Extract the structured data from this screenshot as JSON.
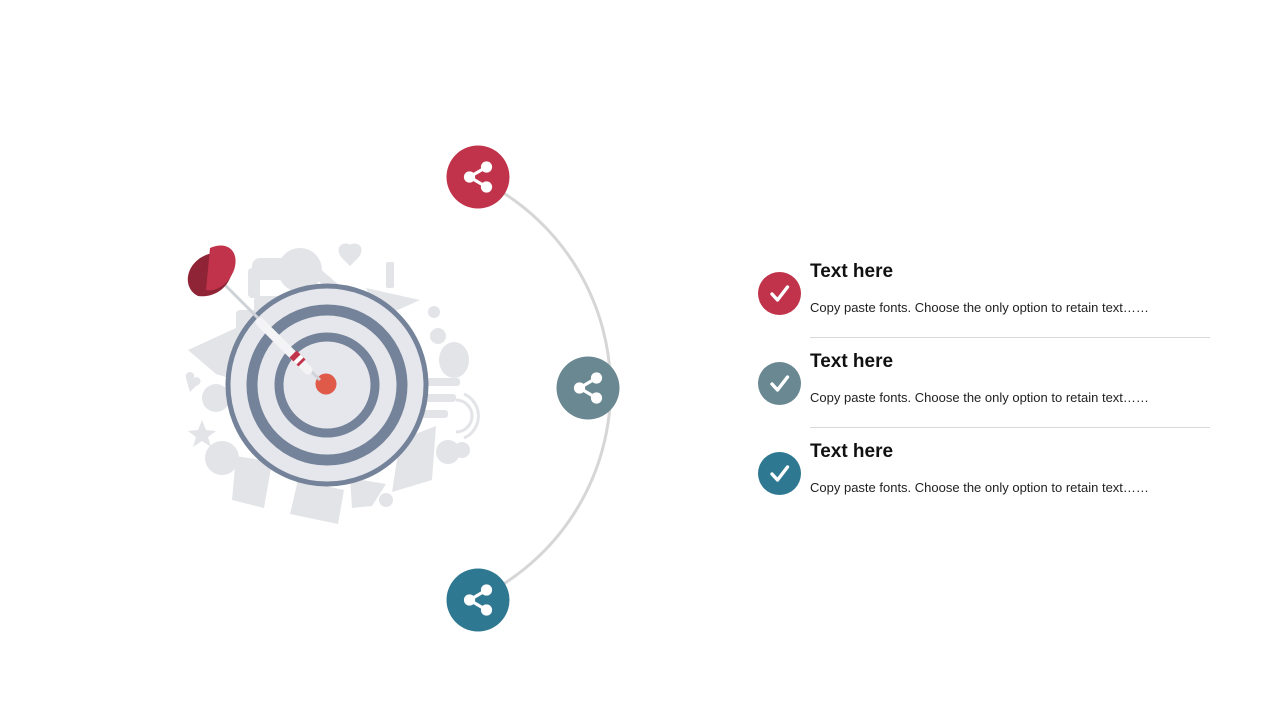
{
  "colors": {
    "red": "#c0334a",
    "slate": "#6a8891",
    "teal": "#2f7891",
    "ring": "#748399",
    "target_fill": "#e6e7ec",
    "doodle": "#e3e4e8",
    "arc": "#d6d6d6"
  },
  "icons": {
    "node": "share-icon",
    "check": "checkmark-icon",
    "dart": "dart-icon",
    "target": "target-icon"
  },
  "items": [
    {
      "title": "Text here",
      "body": "Copy paste fonts. Choose the only option to retain text……",
      "color": "red"
    },
    {
      "title": "Text here",
      "body": "Copy paste fonts. Choose the only option to retain text……",
      "color": "slate"
    },
    {
      "title": "Text here",
      "body": "Copy paste fonts. Choose the only option to retain text……",
      "color": "teal"
    }
  ]
}
